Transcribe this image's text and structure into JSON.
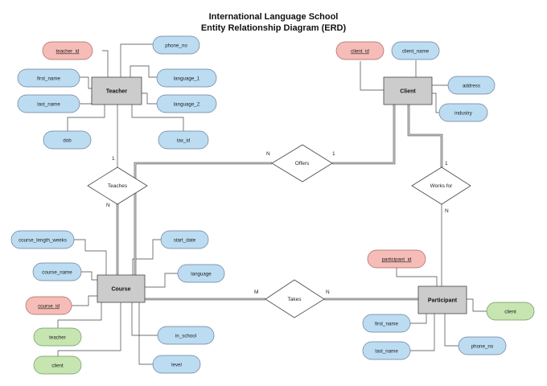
{
  "title": {
    "line1": "International Language School",
    "line2": "Entity Relationship Diagram (ERD)"
  },
  "entities": {
    "teacher": "Teacher",
    "client": "Client",
    "course": "Course",
    "participant": "Participant"
  },
  "relationships": {
    "teaches": "Teaches",
    "offers": "Offers",
    "works_for": "Works for",
    "takes": "Takes"
  },
  "attributes": {
    "teacher_id": "teacher_id",
    "phone_no": "phone_no",
    "first_name": "first_name",
    "language_1": "language_1",
    "last_name": "last_name",
    "language_2": "language_2",
    "dob": "dob",
    "tax_id": "tax_id",
    "client_id": "client_id",
    "client_name": "client_name",
    "address": "address",
    "industry": "industry",
    "course_length_weeks": "course_length_weeks",
    "start_date": "start_date",
    "course_name": "course_name",
    "language": "language",
    "course_id": "course_id",
    "teacher": "teacher",
    "in_school": "in_school",
    "client": "client",
    "level": "level",
    "participant_id": "participant_id",
    "participant_client": "client",
    "participant_first_name": "first_name",
    "participant_last_name": "last_name",
    "participant_phone_no": "phone_no"
  },
  "cardinality": {
    "teaches_teacher": "1",
    "teaches_course": "N",
    "offers_course": "N",
    "offers_client": "1",
    "works_for_client": "1",
    "works_for_participant": "N",
    "takes_course": "M",
    "takes_participant": "N"
  },
  "colors": {
    "entity_fill": "#cccccc",
    "key_attribute_fill": "#f6bcb7",
    "attribute_fill": "#bcdcf2",
    "foreign_attribute_fill": "#c6e5b0"
  }
}
